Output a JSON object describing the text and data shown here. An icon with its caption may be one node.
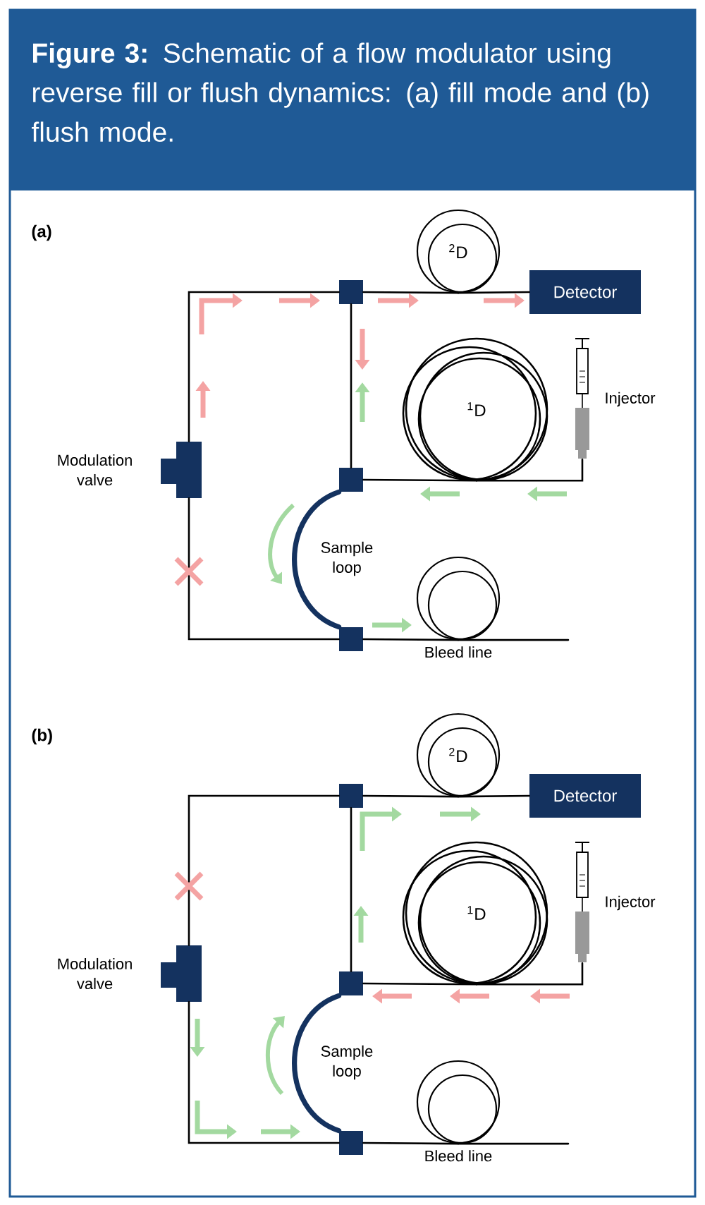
{
  "diagram": {
    "title": "**Figure 3:** Schematic of a flow modulator using reverse fill or flush dynamics: (a) fill mode and (b) flush mode.",
    "nodes": [
      {
        "text": [
          "Modulation valve"
        ]
      },
      {
        "text": [],
        "shape": "box"
      },
      {
        "text": [
          "$^{2}$D"
        ]
      },
      {
        "text": [
          "Detector"
        ]
      },
      {
        "text": [
          "$^{1}$D"
        ]
      },
      {
        "text": [
          "Injector"
        ]
      },
      {
        "text": [],
        "shape": "box"
      },
      {
        "text": [],
        "shape": "box"
      },
      {
        "text": [
          "Bleed line"
        ]
      },
      {
        "text": [
          "Modulation valve"
        ]
      },
      {
        "text": [],
        "shape": "box"
      },
      {
        "text": [
          "$^{2}$D"
        ]
      },
      {
        "text": [
          "Detector"
        ]
      },
      {
        "text": [
          "$^{1}$D"
        ]
      },
      {
        "text": [
          "Injector"
        ]
      },
      {
        "text": [],
        "shape": "box"
      },
      {
        "text": [],
        "shape": "box"
      },
      {
        "text": [
          "Bleed line"
        ]
      }
    ],
    "edges": [
      {
        "from": 0,
        "to": 1,
        "arrow": "none"
      },
      {
        "from": 1,
        "to": 2,
        "arrow": "none"
      },
      {
        "from": 2,
        "to": 3,
        "arrow": "none"
      },
      {
        "from": 1,
        "to": 6,
        "arrow": "none"
      },
      {
        "from": 5,
        "to": 4,
        "arrow": "none"
      },
      {
        "from": 4,
        "to": 6,
        "arrow": "none"
      },
      {
        "from": 6,
        "to": 7,
        "arrow": "none",
        "label": "Sample loop",
        "style": "thick",
        "color": "#14325f"
      },
      {
        "from": 0,
        "to": 7,
        "arrow": "none"
      },
      {
        "from": 7,
        "to": 8,
        "arrow": "none"
      },
      {
        "from": 8,
        "to": null,
        "arrow": "none"
      },
      {
        "from": 9,
        "to": 10,
        "arrow": "none"
      },
      {
        "from": 10,
        "to": 11,
        "arrow": "none"
      },
      {
        "from": 11,
        "to": 12,
        "arrow": "none"
      },
      {
        "from": 10,
        "to": 15,
        "arrow": "none"
      },
      {
        "from": 14,
        "to": 13,
        "arrow": "none"
      },
      {
        "from": 13,
        "to": 15,
        "arrow": "none"
      },
      {
        "from": 15,
        "to": 16,
        "arrow": "none",
        "label": "Sample loop",
        "style": "thick",
        "color": "#14325f"
      },
      {
        "from": 9,
        "to": 16,
        "arrow": "none"
      },
      {
        "from": 16,
        "to": 17,
        "arrow": "none"
      },
      {
        "from": 17,
        "to": null,
        "arrow": "none"
      }
    ],
    "labels": [
      "(a)",
      "(b)"
    ]
  }
}
